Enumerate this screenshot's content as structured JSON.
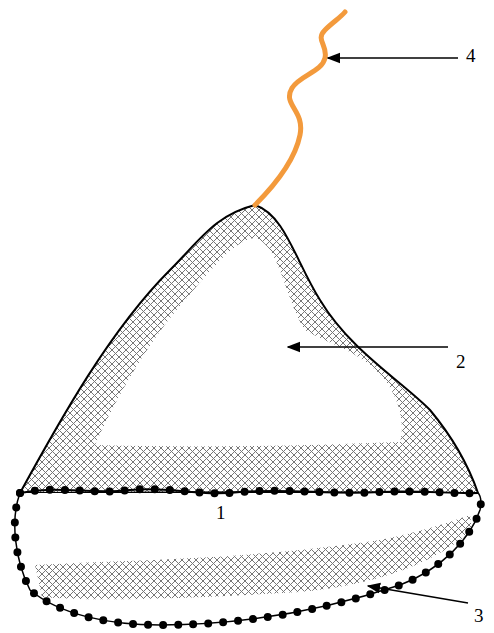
{
  "diagram": {
    "labels": [
      "4",
      "2",
      "1",
      "3"
    ]
  }
}
